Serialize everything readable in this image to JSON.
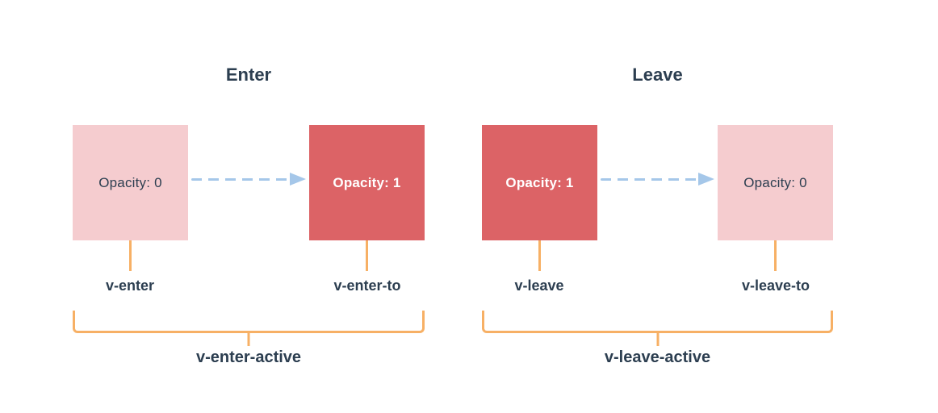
{
  "colors": {
    "background": "#ffffff",
    "box-light": "#f5cccf",
    "box-solid": "#dc6366",
    "connector": "#f7b065",
    "arrow": "#a5c7e9",
    "text-dark": "#2c3e50",
    "text-light": "#ffffff"
  },
  "sections": [
    {
      "title": "Enter",
      "start_box": {
        "label": "Opacity: 0",
        "style": "light"
      },
      "end_box": {
        "label": "Opacity: 1",
        "style": "solid"
      },
      "start_label": "v-enter",
      "end_label": "v-enter-to",
      "active_label": "v-enter-active"
    },
    {
      "title": "Leave",
      "start_box": {
        "label": "Opacity: 1",
        "style": "solid"
      },
      "end_box": {
        "label": "Opacity: 0",
        "style": "light"
      },
      "start_label": "v-leave",
      "end_label": "v-leave-to",
      "active_label": "v-leave-active"
    }
  ]
}
